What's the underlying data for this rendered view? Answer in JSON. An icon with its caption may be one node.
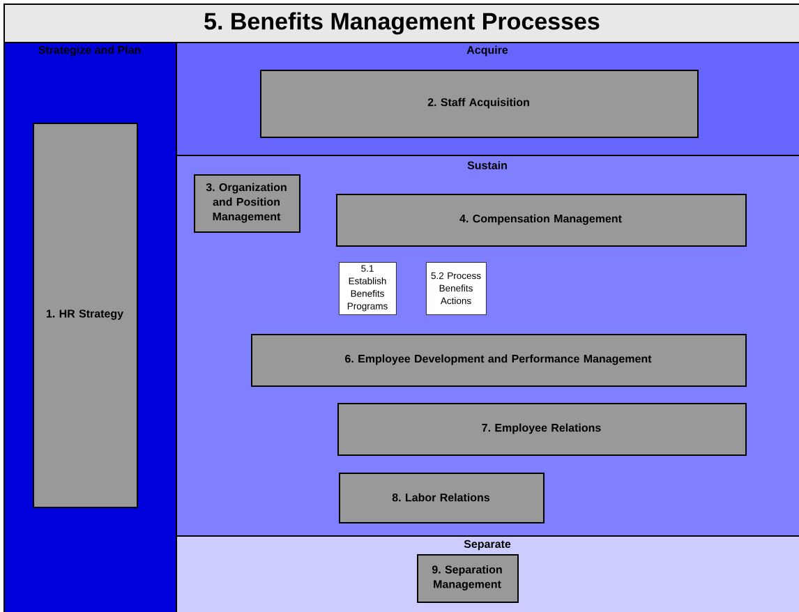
{
  "diagram": {
    "title": "5. Benefits Management Processes",
    "nodes": [
      {
        "text": [
          "Strategize and Plan"
        ]
      },
      {
        "text": [
          "1. HR Strategy"
        ],
        "in": 0
      },
      {
        "text": [
          "Acquire"
        ]
      },
      {
        "text": [
          "2. Staff Acquisition"
        ],
        "in": 2
      },
      {
        "text": [
          "Sustain"
        ]
      },
      {
        "text": [
          "3. Organization and Position Management"
        ],
        "in": 4
      },
      {
        "text": [
          "4. Compensation Management"
        ],
        "in": 4
      },
      {
        "text": [
          "5.1 Establish Benefits Programs"
        ],
        "in": 4
      },
      {
        "text": [
          "5.2 Process Benefits Actions"
        ],
        "in": 4
      },
      {
        "text": [
          "6. Employee Development and Performance Management"
        ],
        "in": 4
      },
      {
        "text": [
          "7. Employee Relations"
        ],
        "in": 4
      },
      {
        "text": [
          "8. Labor Relations"
        ],
        "in": 4
      },
      {
        "text": [
          "Separate"
        ]
      },
      {
        "text": [
          "9. Separation Management"
        ],
        "in": 12
      }
    ]
  }
}
